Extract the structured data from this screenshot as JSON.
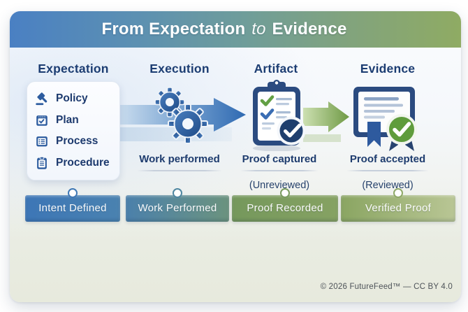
{
  "header": {
    "title_parts": [
      "From Expectation",
      "to",
      "Evidence"
    ]
  },
  "columns": [
    {
      "label": "Expectation",
      "items": [
        {
          "icon": "gavel-icon",
          "label": "Policy"
        },
        {
          "icon": "calendar-check-icon",
          "label": "Plan"
        },
        {
          "icon": "process-list-icon",
          "label": "Process"
        },
        {
          "icon": "clipboard-list-icon",
          "label": "Procedure"
        }
      ]
    },
    {
      "label": "Execution",
      "icon": "gears-icon",
      "caption": "Work performed"
    },
    {
      "label": "Artifact",
      "icon": "clipboard-check-icon",
      "caption": "Proof captured",
      "status": "(Unreviewed)"
    },
    {
      "label": "Evidence",
      "icon": "certificate-badge-icon",
      "caption": "Proof accepted",
      "status": "(Reviewed)"
    }
  ],
  "flow_arrows": [
    {
      "icon": "blue-arrow-icon",
      "from": "Expectation",
      "to": "Artifact"
    },
    {
      "icon": "green-arrow-icon",
      "from": "Artifact",
      "to": "Evidence"
    }
  ],
  "timeline": [
    {
      "label": "Intent Defined"
    },
    {
      "label": "Work Performed"
    },
    {
      "label": "Proof Recorded"
    },
    {
      "label": "Verified Proof"
    }
  ],
  "footer": {
    "credit": "© 2026 FutureFeed™ — CC BY 4.0"
  },
  "colors": {
    "header_gradient_start": "#4a80c3",
    "header_gradient_mid": "#6f9d9a",
    "header_gradient_end": "#8fab63",
    "navy_text": "#1c3d72",
    "accent_blue": "#2d5c9f",
    "accent_green": "#5f9c3c",
    "bar_blue": "#3d76b6",
    "bar_green": "#86a263"
  }
}
